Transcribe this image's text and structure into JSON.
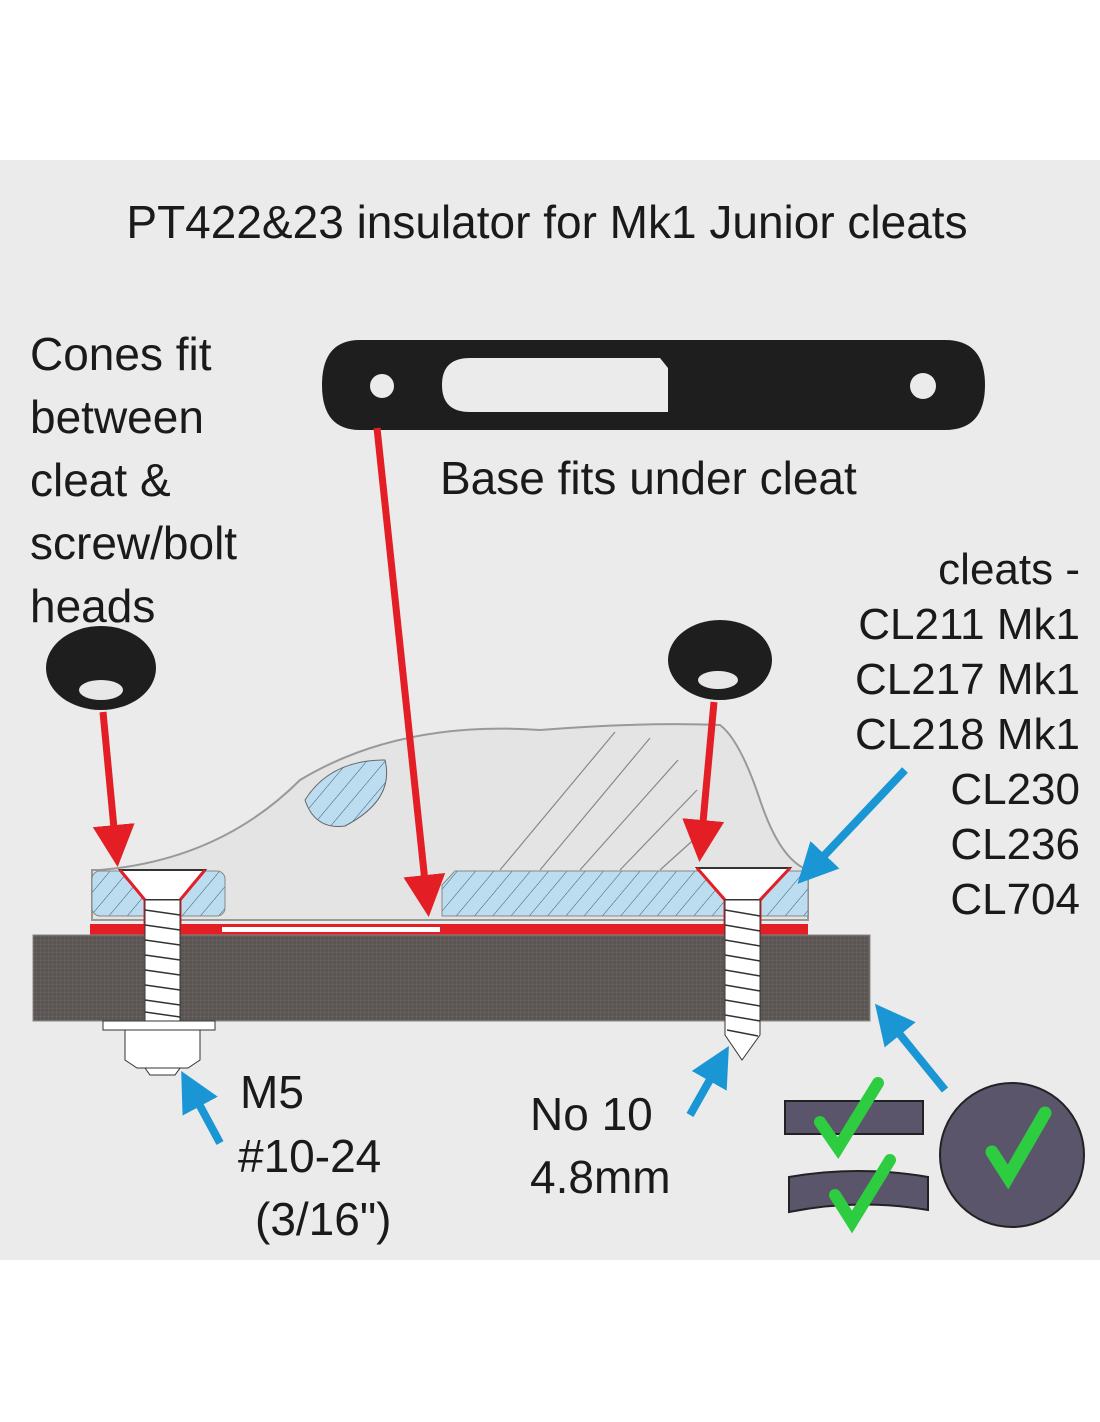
{
  "title": "PT422&23 insulator for Mk1 Junior cleats",
  "cones_label": [
    "Cones fit",
    "between",
    "cleat &",
    "screw/bolt",
    "heads"
  ],
  "base_label": "Base fits under cleat",
  "cleats_label": [
    "cleats -",
    "CL211 Mk1",
    "CL217 Mk1",
    "CL218 Mk1",
    "CL230",
    "CL236",
    "CL704"
  ],
  "bolt_label": [
    "M5",
    "#10-24",
    "(3/16\")"
  ],
  "screw_label": [
    "No 10",
    "4.8mm"
  ],
  "colors": {
    "panel": "#ebebeb",
    "red_arrow": "#e31e24",
    "blue_arrow": "#1a96d4",
    "check": "#2ecc40",
    "board": "#5a5552",
    "insulator": "#1e1e1e",
    "hatch_fill": "#bcdcf0"
  }
}
